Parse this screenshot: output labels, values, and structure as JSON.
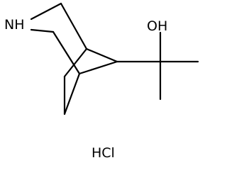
{
  "molecule": {
    "amine_label": "NH",
    "hydroxyl_label": "OH",
    "salt_label": "HCl"
  },
  "colors": {
    "bond": "#000000",
    "text": "#000000",
    "background": "#ffffff"
  }
}
